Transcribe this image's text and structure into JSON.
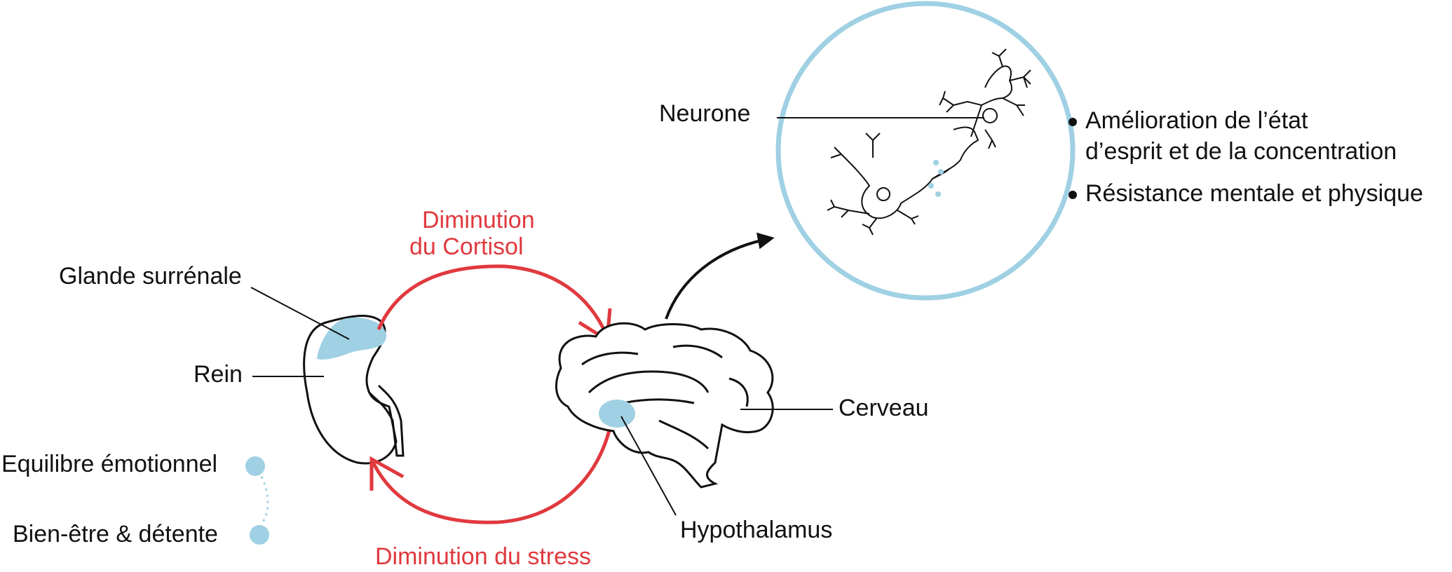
{
  "colors": {
    "accent_blue": "#9fd0e3",
    "arrow_red": "#e0393e",
    "ink": "#111111"
  },
  "labels": {
    "glande": "Glande surrénale",
    "rein": "Rein",
    "cerveau": "Cerveau",
    "hypothalamus": "Hypothalamus",
    "neurone": "Neurone",
    "equilibre": "Equilibre émotionnel",
    "bien_etre": "Bien-être & détente"
  },
  "arrows": {
    "cortisol_line1": "Diminution",
    "cortisol_line2": "du Cortisol",
    "stress": "Diminution du stress"
  },
  "benefits": {
    "item1_line1": "Amélioration de l’état",
    "item1_line2": "d’esprit et de la concentration",
    "item2": "Résistance mentale et physique"
  }
}
